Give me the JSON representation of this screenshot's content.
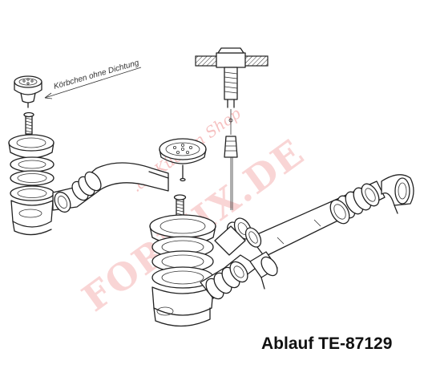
{
  "labels": {
    "basket_note": "Körbchen ohne Dichtung"
  },
  "caption": "Ablauf TE-87129",
  "watermark": {
    "small": ".de Küchen Shop",
    "large": "FORMIX.DE"
  },
  "colors": {
    "line": "#222222",
    "watermark": "#f2a3a3",
    "background": "#ffffff"
  }
}
